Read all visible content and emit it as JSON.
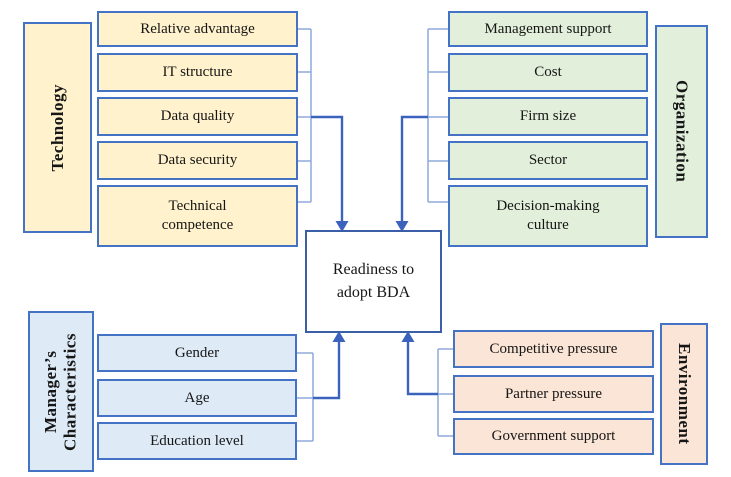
{
  "center_box": {
    "label": "Readiness to\nadopt BDA"
  },
  "groups": {
    "technology": {
      "label": "Technology",
      "items": [
        "Relative advantage",
        "IT structure",
        "Data quality",
        "Data security",
        "Technical\ncompetence"
      ]
    },
    "organization": {
      "label": "Organization",
      "items": [
        "Management support",
        "Cost",
        "Firm size",
        "Sector",
        "Decision-making\nculture"
      ]
    },
    "managers_characteristics": {
      "label": "Manager’s Characteristics",
      "items": [
        "Gender",
        "Age",
        "Education level"
      ]
    },
    "environment": {
      "label": "Environment",
      "items": [
        "Competitive pressure",
        "Partner pressure",
        "Government support"
      ]
    }
  },
  "colors": {
    "technology_fill": "#FFF2CC",
    "organization_fill": "#E2EFDA",
    "managers_fill": "#DEEBF7",
    "environment_fill": "#FBE5D6",
    "box_border": "#4472C4",
    "center_border": "#3A5EA8",
    "center_fill": "#FFFFFF",
    "connector_light": "#8FAADC",
    "connector_dark": "#3B63BE"
  }
}
